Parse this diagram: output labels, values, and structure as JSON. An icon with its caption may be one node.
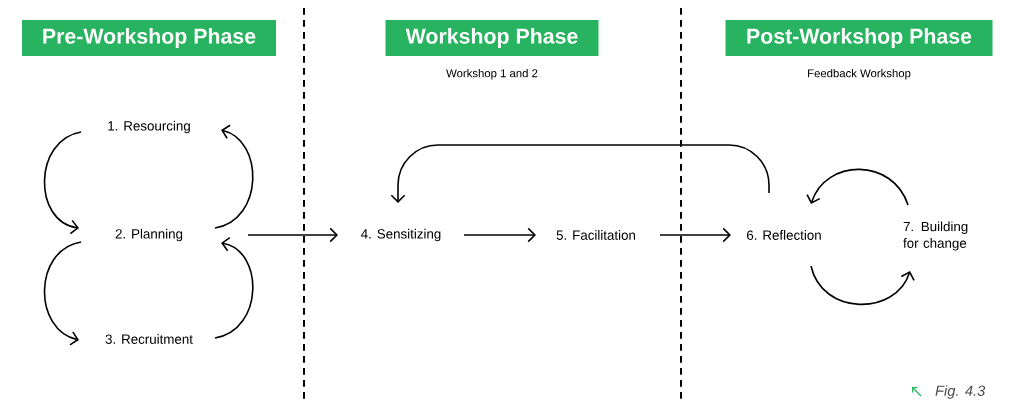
{
  "diagram": {
    "nodes": [
      {
        "text": [
          "Pre-Workshop Phase"
        ]
      },
      {
        "text": [
          "Workshop Phase"
        ],
        "beside": [
          "Workshop 1 and 2"
        ]
      },
      {
        "text": [
          "Post-Workshop Phase"
        ],
        "beside": [
          "Feedback Workshop"
        ]
      },
      {
        "text": [
          "1. Resourcing"
        ]
      },
      {
        "text": [
          "2. Planning"
        ]
      },
      {
        "text": [
          "3. Recruitment"
        ]
      },
      {
        "text": [
          "4. Sensitizing"
        ]
      },
      {
        "text": [
          "5. Facilitation"
        ]
      },
      {
        "text": [
          "6. Reflection"
        ]
      },
      {
        "text": [
          "7. Building for change"
        ]
      }
    ],
    "edges": [
      {
        "from": 3,
        "to": 4,
        "arrow": "to"
      },
      {
        "from": 4,
        "to": 3,
        "arrow": "to"
      },
      {
        "from": 4,
        "to": 5,
        "arrow": "to"
      },
      {
        "from": 5,
        "to": 4,
        "arrow": "to"
      },
      {
        "from": 4,
        "to": 6,
        "arrow": "to"
      },
      {
        "from": 6,
        "to": 7,
        "arrow": "to"
      },
      {
        "from": 7,
        "to": 8,
        "arrow": "to"
      },
      {
        "from": 8,
        "to": 6,
        "arrow": "to"
      },
      {
        "from": 8,
        "to": 9,
        "arrow": "to"
      },
      {
        "from": 9,
        "to": 8,
        "arrow": "to"
      }
    ],
    "labels": [
      "Fig. 4.3"
    ]
  }
}
